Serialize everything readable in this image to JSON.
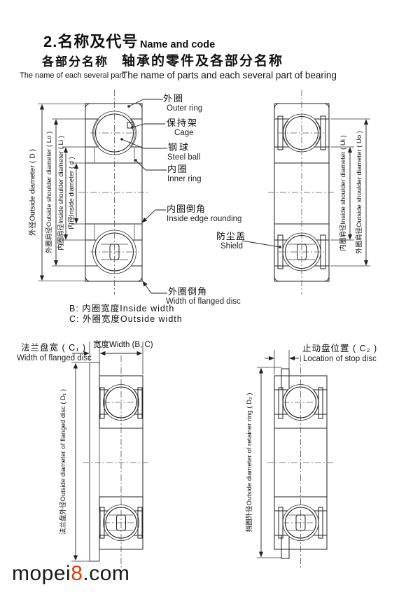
{
  "header": {
    "section_title_zh": "2.名称及代号",
    "section_title_en": "Name and code",
    "col_left_zh": "各部分名称",
    "col_left_en": "The name of each several part",
    "col_right_zh": "轴承的零件及各部分名称",
    "col_right_en": "The name of parts and each several part of bearing"
  },
  "part_labels": {
    "outer_ring": {
      "zh": "外圈",
      "en": "Outer ring"
    },
    "cage": {
      "zh": "保持架",
      "en": "Cage"
    },
    "steel_ball": {
      "zh": "钢球",
      "en": "Steel ball"
    },
    "inner_ring": {
      "zh": "内圈",
      "en": "Inner ring"
    },
    "inside_edge_rounding": {
      "zh": "内圈倒角",
      "en": "Inside edge rounding"
    },
    "shield": {
      "zh": "防尘盖",
      "en": "Shield"
    },
    "outer_edge_rounding": {
      "zh": "外圈倒角",
      "en": "Width of flanged disc"
    }
  },
  "notes": {
    "b": "B: 内圈宽度Inside width",
    "c": "C: 外圈宽度Outside width"
  },
  "dimensions": {
    "outside_diameter": "外径Outside diameter ( D )",
    "outside_shoulder_diameter": "外圈肩径Outside shoulder diameter ( Lo )",
    "inside_shoulder_diameter": "内圈肩径Inside shoulder diameter ( Li )",
    "inside_diameter": "内径Inside diameter ( d )",
    "inside_shoulder_diameter_u": "内圈肩径Inside shoulder diameter ( Ui )",
    "outside_shoulder_diameter_u": "外圈肩径Outside shoulder diameter ( Uo )",
    "flange_width_zh": "法兰盘宽 ( C₁ )",
    "flange_width_en": "Width of flanged disc",
    "width_bc": "宽度Width (B, C)",
    "flange_outside_diameter": "法兰盘外径Outside diameter of flanged disc ( D₁ )",
    "stop_disc_zh": "止动盘位置 ( C₂ )",
    "stop_disc_en": "Location of stop disc",
    "retainer_outside_diameter": "挡圈外径Outside diameter of retainer ring ( D₂ )"
  },
  "watermark": {
    "prefix": "mopei",
    "digit": "8",
    "suffix": ".com"
  },
  "colors": {
    "line_art": "#222222",
    "watermark_digit": "#e8380d",
    "text": "#111111"
  }
}
